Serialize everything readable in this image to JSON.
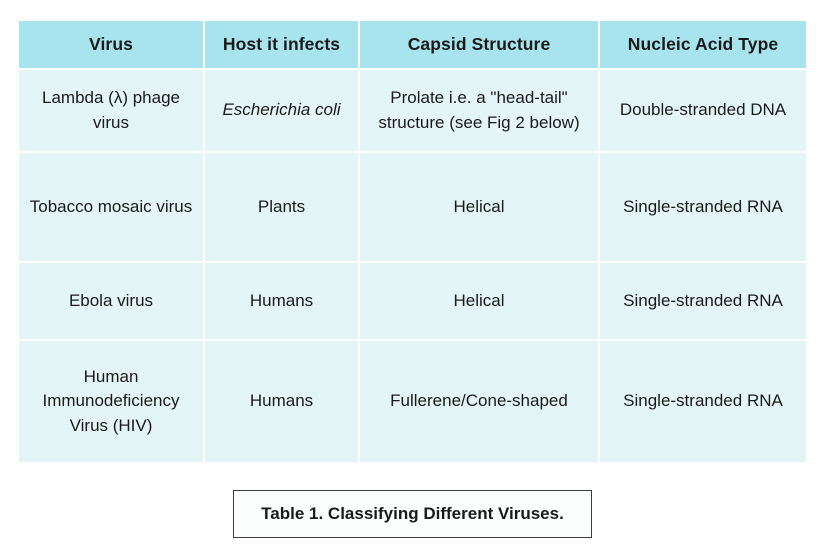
{
  "table": {
    "headers": [
      "Virus",
      "Host it infects",
      "Capsid Structure",
      "Nucleic Acid Type"
    ],
    "rows": [
      {
        "virus": "Lambda (λ) phage virus",
        "host": "Escherichia coli",
        "capsid": "Prolate i.e. a \"head-tail\" structure (see Fig 2 below)",
        "nucleic_acid": "Double-stranded DNA"
      },
      {
        "virus": "Tobacco mosaic virus",
        "host": "Plants",
        "capsid": "Helical",
        "nucleic_acid": "Single-stranded RNA"
      },
      {
        "virus": "Ebola virus",
        "host": "Humans",
        "capsid": "Helical",
        "nucleic_acid": "Single-stranded RNA"
      },
      {
        "virus": "Human Immunodeficiency Virus (HIV)",
        "host": "Humans",
        "capsid": "Fullerene/Cone-shaped",
        "nucleic_acid": "Single-stranded RNA"
      }
    ],
    "colors": {
      "header_bg": "#a7e4ee",
      "cell_bg": "#e4f5f7",
      "gridline": "#ffffff",
      "text": "#1a1a1a",
      "caption_border": "#3d3d3d",
      "caption_bg": "#fcfdfd"
    }
  },
  "caption": {
    "text": "Table 1. Classifying Different Viruses."
  }
}
